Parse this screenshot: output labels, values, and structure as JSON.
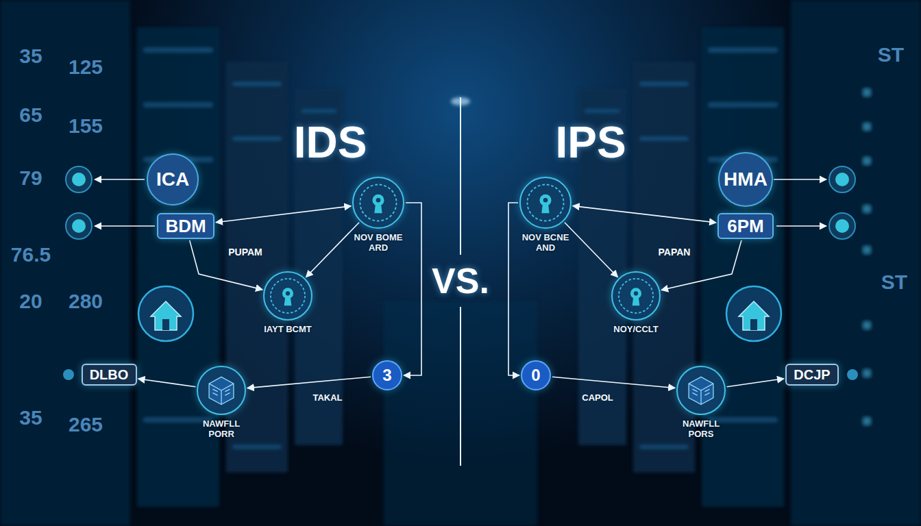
{
  "diagram": {
    "nodes": [
      {
        "text": [
          "ICA"
        ]
      },
      {
        "text": [
          "BDM"
        ]
      },
      {
        "text": [
          "NOV BOME ARD"
        ]
      },
      {
        "text": [
          "IAYT BCMT"
        ]
      },
      {
        "text": [
          "3"
        ]
      },
      {
        "text": [
          "DLBO"
        ]
      },
      {
        "text": [
          "NAWFLL PORR"
        ]
      },
      {
        "text": [
          "HMA"
        ]
      },
      {
        "text": [
          "6PM"
        ]
      },
      {
        "text": [
          "NOV BCNE AND"
        ]
      },
      {
        "text": [
          "NOY/CCLT"
        ]
      },
      {
        "text": [
          "0"
        ]
      },
      {
        "text": [
          "DCJP"
        ]
      },
      {
        "text": [
          "NAWFLL PORS"
        ]
      }
    ],
    "edges": [
      {
        "from": 1,
        "to": 2,
        "arrow": "both"
      },
      {
        "from": 2,
        "to": 3,
        "arrow": "to"
      },
      {
        "from": 2,
        "to": 4,
        "arrow": "to"
      },
      {
        "from": 4,
        "to": 6,
        "arrow": "to"
      },
      {
        "from": 6,
        "to": 5,
        "arrow": "to"
      },
      {
        "from": 1,
        "to": 3,
        "arrow": "to"
      },
      {
        "from": 8,
        "to": 9,
        "arrow": "both"
      },
      {
        "from": 9,
        "to": 10,
        "arrow": "to"
      },
      {
        "from": 9,
        "to": 11,
        "arrow": "to"
      },
      {
        "from": 11,
        "to": 13,
        "arrow": "to"
      },
      {
        "from": 13,
        "to": 12,
        "arrow": "to"
      },
      {
        "from": 8,
        "to": 10,
        "arrow": "to"
      }
    ],
    "labels": [
      "IDS",
      "VS.",
      "IPS",
      "PUPAM",
      "TAKAL",
      "PAPAN",
      "CAPOL",
      "35",
      "125",
      "65",
      "155",
      "79",
      "76.5",
      "20",
      "280",
      "35",
      "265",
      "ST",
      "ST"
    ]
  }
}
